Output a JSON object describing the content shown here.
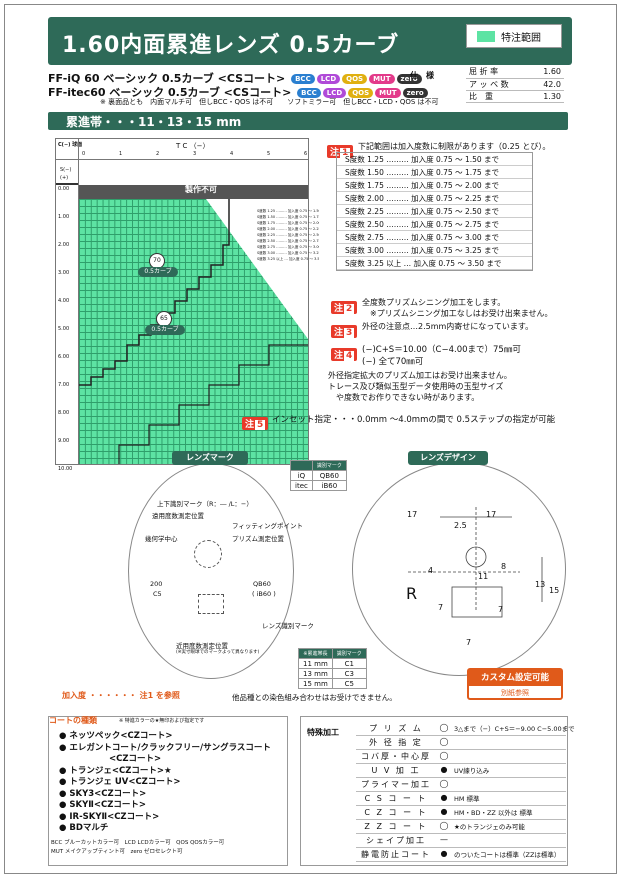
{
  "title": "1.60内面累進レンズ 0.5カーブ",
  "legend_label": "特注範囲",
  "products": [
    "FF-iQ 60 ベーシック 0.5カーブ <CSコート>",
    "FF-itec60 ベーシック 0.5カーブ <CSコート>"
  ],
  "badges": [
    "BCC",
    "LCD",
    "QOS",
    "MUT",
    "zero"
  ],
  "note_small": "※ 裏面品とも　内面マルチ可　但しBCC・QOS は不可　　ソフトミラー可　但しBCC・LCD・QOS は不可",
  "spec": {
    "label": "仕　様",
    "rows": [
      [
        "屈 折 率",
        "1.60"
      ],
      [
        "ア ッ ベ 数",
        "42.0"
      ],
      [
        "比　重",
        "1.30"
      ]
    ]
  },
  "section_title": "累進帯・・・11・13・15 mm",
  "grid": {
    "header_c": "C(−) 球面",
    "header_tc": "T C （−）",
    "s_label": "S(−)",
    "s_label2": "(+)",
    "col_units": [
      "0",
      "1",
      "2",
      "3",
      "4",
      "5",
      "6"
    ],
    "row_units": [
      "0.00",
      "1.00",
      "2.00",
      "3.00",
      "4.00",
      "5.00",
      "6.00",
      "7.00",
      "8.00",
      "9.00",
      "10.00"
    ],
    "cannot": "製作不可",
    "curve70": "70",
    "curve70_label": "0.5カーブ",
    "curve65": "65",
    "curve65_label": "0.5カーブ"
  },
  "notes": {
    "n1_head": "下記範囲は加入度数に制限があります（0.25 とび）。",
    "n1_rows": [
      "S度数 1.25 ……… 加入度 0.75 〜 1.50 まで",
      "S度数 1.50 ……… 加入度 0.75 〜 1.75 まで",
      "S度数 1.75 ……… 加入度 0.75 〜 2.00 まで",
      "S度数 2.00 ……… 加入度 0.75 〜 2.25 まで",
      "S度数 2.25 ……… 加入度 0.75 〜 2.50 まで",
      "S度数 2.50 ……… 加入度 0.75 〜 2.75 まで",
      "S度数 2.75 ……… 加入度 0.75 〜 3.00 まで",
      "S度数 3.00 ……… 加入度 0.75 〜 3.25 まで",
      "S度数 3.25 以上 … 加入度 0.75 〜 3.50 まで"
    ],
    "n2": "全度数プリズムシニング加工をします。",
    "n2b": "※プリズムシニング加工なしはお受け出来ません。",
    "n3": "外径の注意点…2.5mm内寄せになっています。",
    "n4a": "(−)C+S＝10.00（C−4.00まで）75㎜可",
    "n4b": "(−) 全て70㎜可",
    "n4c": "外径指定拡大のプリズム加工はお受け出来ません。",
    "n4d": "トレース及び類似玉型データ使用時の玉型サイズ",
    "n4e": "や度数でお作りできない時があります。",
    "n5": "インセット指定・・・0.0mm 〜4.0mmの間で 0.5ステップの指定が可能"
  },
  "lensmark": {
    "title": "レンズマーク",
    "labels": [
      "上下識別マーク（R：― /L：−）",
      "遠用度数測定位置",
      "フィッティングポイント",
      "幾何学中心",
      "プリズム測定位置",
      "200",
      "C5",
      "QB60",
      "( iB60 )",
      "レンズ識別マーク",
      "近用度数測定位置",
      "(※実寸眼球でのマークよって異なります)"
    ],
    "table_head": [
      "",
      "識別マーク"
    ],
    "table": [
      [
        "iQ",
        "QB60"
      ],
      [
        "itec",
        "iB60"
      ]
    ],
    "prog_head": [
      "※累進帯長",
      "識別マーク"
    ],
    "prog": [
      [
        "11 mm",
        "C1"
      ],
      [
        "13 mm",
        "C3"
      ],
      [
        "15 mm",
        "C5"
      ]
    ]
  },
  "lensdesign": {
    "title": "レンズデザイン",
    "dims": [
      "17",
      "17",
      "2.5",
      "4",
      "11",
      "8",
      "13",
      "15",
      "7",
      "7",
      "7"
    ],
    "R": "R"
  },
  "custom": {
    "a": "カスタム設定可能",
    "b": "別紙参照"
  },
  "add_ref": "加入度 ・・・・・・ 注1 を参照",
  "other_note": "他品種との染色組み合わせはお受けできません。",
  "coat": {
    "head": "コートの種類",
    "sub": "※ 特進カラーの★無印および指定です",
    "rows": [
      "ネッツペック<CZコート>",
      "エレガントコート/クラックフリー/サングラスコート",
      "<CZコート>",
      "トランジェ<CZコート>★",
      "トランジェ UV<CZコート>",
      "SKY3<CZコート>",
      "SKYⅡ<CZコート>",
      "IR-SKYⅡ<CZコート>",
      "BDマルチ"
    ],
    "legend": [
      "BCC ブルーカットカラー可",
      "LCD LCDカラー可",
      "QOS QOSカラー可",
      "MUT メイクアップティント可",
      "zero ゼロセレクト可"
    ]
  },
  "processing": {
    "label": "特殊加工",
    "rows": [
      [
        "プ リ ズ ム",
        "◯",
        "3△まで（−）C+S＝−9.00 C−5.00まで"
      ],
      [
        "外 径 指 定",
        "◯",
        ""
      ],
      [
        "コバ厚・中心厚",
        "◯",
        ""
      ],
      [
        "U V 加 工",
        "●",
        "UV練り込み"
      ],
      [
        "プライマー加工",
        "◯",
        ""
      ],
      [
        "C S コ ー ト",
        "●",
        "HM 標準"
      ],
      [
        "C Z コ ー ト",
        "●",
        "HM・BD・ZZ 以外は 標準"
      ],
      [
        "Z Z コ ー ト",
        "◯",
        "★のトランジェのみ可能"
      ],
      [
        "シェイプ加工",
        "—",
        ""
      ],
      [
        "静電防止コート",
        "●",
        "のついたコートは標準（ZZは標準）"
      ]
    ]
  }
}
